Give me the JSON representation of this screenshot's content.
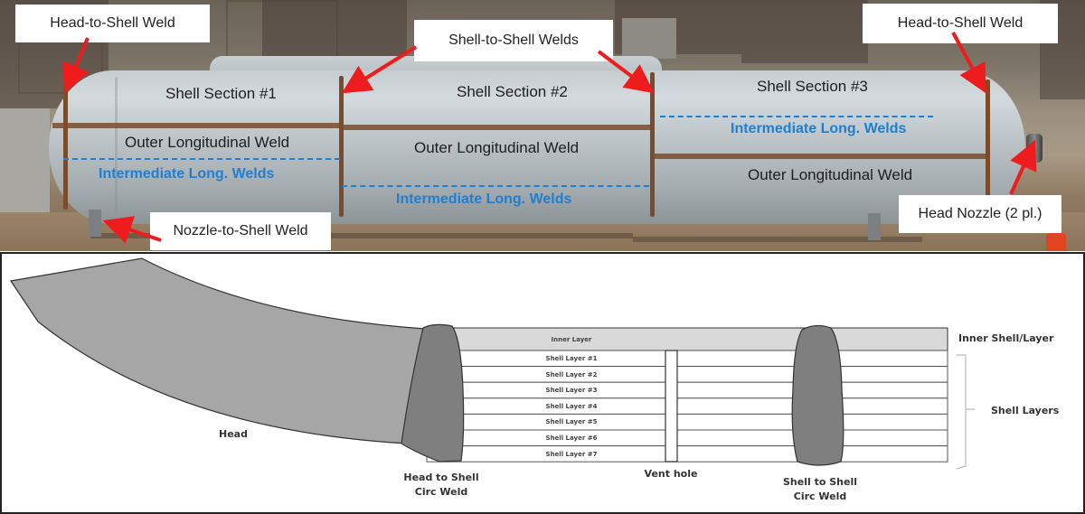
{
  "photo": {
    "callouts": {
      "head_to_shell_left": "Head-to-Shell Weld",
      "shell_to_shell": "Shell-to-Shell Welds",
      "head_to_shell_right": "Head-to-Shell Weld",
      "nozzle_to_shell": "Nozzle-to-Shell Weld",
      "head_nozzle": "Head Nozzle (2 pl.)"
    },
    "sections": [
      {
        "name": "Shell Section #1",
        "outer_weld": "Outer Longitudinal Weld",
        "intermediate_weld": "Intermediate Long. Welds"
      },
      {
        "name": "Shell Section #2",
        "outer_weld": "Outer Longitudinal Weld",
        "intermediate_weld": "Intermediate Long. Welds"
      },
      {
        "name": "Shell Section #3",
        "outer_weld": "Outer Longitudinal Weld",
        "intermediate_weld": "Intermediate Long. Welds"
      }
    ],
    "colors": {
      "arrow": "#ee1c1c",
      "intermediate_weld": "#1f7fd1",
      "weld_rust": "#7a4c2c"
    }
  },
  "diagram": {
    "head_label": "Head",
    "inner_layer_label": "Inner Layer",
    "shell_layers": [
      "Shell Layer #1",
      "Shell Layer #2",
      "Shell Layer #3",
      "Shell Layer #4",
      "Shell Layer #5",
      "Shell Layer #6",
      "Shell Layer #7"
    ],
    "head_weld_label_line1": "Head to Shell",
    "head_weld_label_line2": "Circ Weld",
    "vent_hole_label": "Vent hole",
    "shell_weld_label_line1": "Shell to Shell",
    "shell_weld_label_line2": "Circ Weld",
    "legend": {
      "inner": "Inner Shell/Layer",
      "layers": "Shell Layers"
    },
    "colors": {
      "head_fill": "#a6a6a6",
      "weld_fill": "#7f7f7f",
      "inner_layer_fill": "#d9d9d9",
      "outline": "#333333"
    }
  }
}
